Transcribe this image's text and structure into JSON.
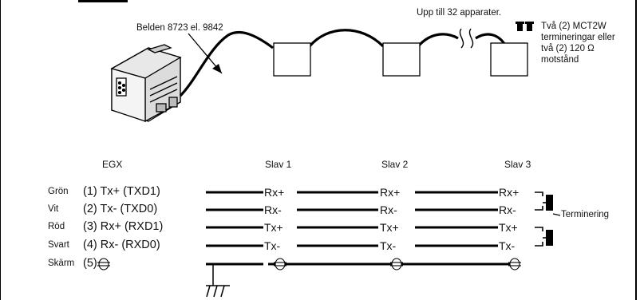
{
  "top": {
    "cable_label": "Belden 8723 el. 9842",
    "upto_label": "Upp till 32 apparater.",
    "termination_note": [
      "Två (2) MCT2W",
      "termineringar eller",
      "två (2) 120 Ω",
      "motstånd"
    ]
  },
  "columns": {
    "egx": "EGX",
    "slav1": "Slav 1",
    "slav2": "Slav 2",
    "slav3": "Slav 3"
  },
  "colors": [
    "Grön",
    "Vit",
    "Röd",
    "Svart",
    "Skärm"
  ],
  "egx_signals": [
    "(1) Tx+ (TXD1)",
    "(2) Tx- (TXD0)",
    "(3) Rx+ (RXD1)",
    "(4) Rx- (RXD0)",
    "(5)"
  ],
  "slave_signals": [
    "Rx+",
    "Rx-",
    "Tx+",
    "Tx-"
  ],
  "termination_label": "Terminering"
}
